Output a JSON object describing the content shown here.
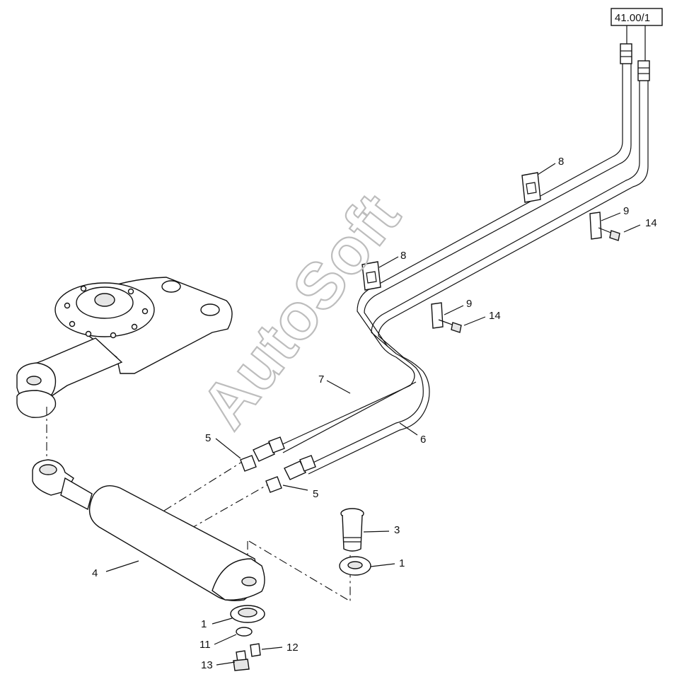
{
  "reference": "41.00/1",
  "watermark": "AutoSoft",
  "callouts": {
    "c1a": "1",
    "c1b": "1",
    "c3": "3",
    "c4": "4",
    "c5a": "5",
    "c5b": "5",
    "c6": "6",
    "c7": "7",
    "c8a": "8",
    "c8b": "8",
    "c9a": "9",
    "c9b": "9",
    "c11": "11",
    "c12": "12",
    "c13": "13",
    "c14a": "14",
    "c14b": "14"
  }
}
